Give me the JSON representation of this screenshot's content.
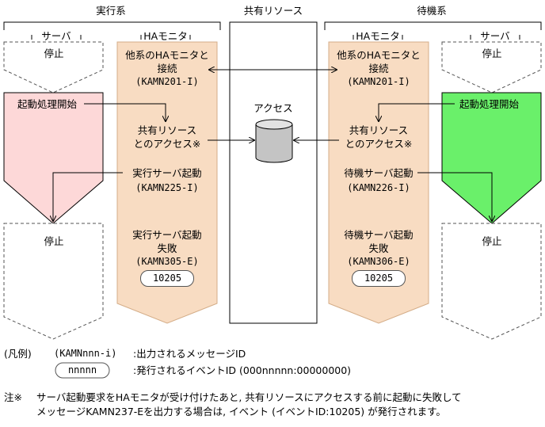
{
  "groups": {
    "left": "実行系",
    "center": "共有リソース",
    "right": "待機系"
  },
  "columns": {
    "server_left": "サーバ",
    "ha_left": "HAモニタ",
    "ha_right": "HAモニタ",
    "server_right": "サーバ"
  },
  "left_server": {
    "stop_top": "停止",
    "start_label": "起動処理開始",
    "stop_bottom": "停止"
  },
  "left_ha": {
    "connect_1": "他系のHAモニタと",
    "connect_2": "接続",
    "connect_id": "(KAMN201-I)",
    "access_1": "共有リソース",
    "access_2": "とのアクセス※",
    "start_1": "実行サーバ起動",
    "start_id": "(KAMN225-I)",
    "fail_1": "実行サーバ起動",
    "fail_2": "失敗",
    "fail_id": "(KAMN305-E)",
    "event": "10205"
  },
  "shared": {
    "label": "アクセス"
  },
  "right_ha": {
    "connect_1": "他系のHAモニタと",
    "connect_2": "接続",
    "connect_id": "(KAMN201-I)",
    "access_1": "共有リソース",
    "access_2": "とのアクセス※",
    "start_1": "待機サーバ起動",
    "start_id": "(KAMN226-I)",
    "fail_1": "待機サーバ起動",
    "fail_2": "失敗",
    "fail_id": "(KAMN306-E)",
    "event": "10205"
  },
  "right_server": {
    "stop_top": "停止",
    "start_label": "起動処理開始",
    "stop_bottom": "停止"
  },
  "legend": {
    "title": "(凡例)",
    "msg_sample": "(KAMNnnn-i)",
    "msg_desc": ":出力されるメッセージID",
    "event_sample": "nnnnn",
    "event_desc": ":発行されるイベントID (000nnnnn:00000000)"
  },
  "note": {
    "mark": "注※",
    "line1": "サーバ起動要求をHAモニタが受け付けたあと, 共有リソースにアクセスする前に起動に失敗して",
    "line2": "メッセージKAMN237-Eを出力する場合は, イベント (イベントID:10205) が発行されます。"
  },
  "colors": {
    "peach": "#f8dcc2",
    "pink": "#fdd8d8",
    "green": "#6af06a",
    "line": "#000000",
    "dash": "#555555"
  }
}
